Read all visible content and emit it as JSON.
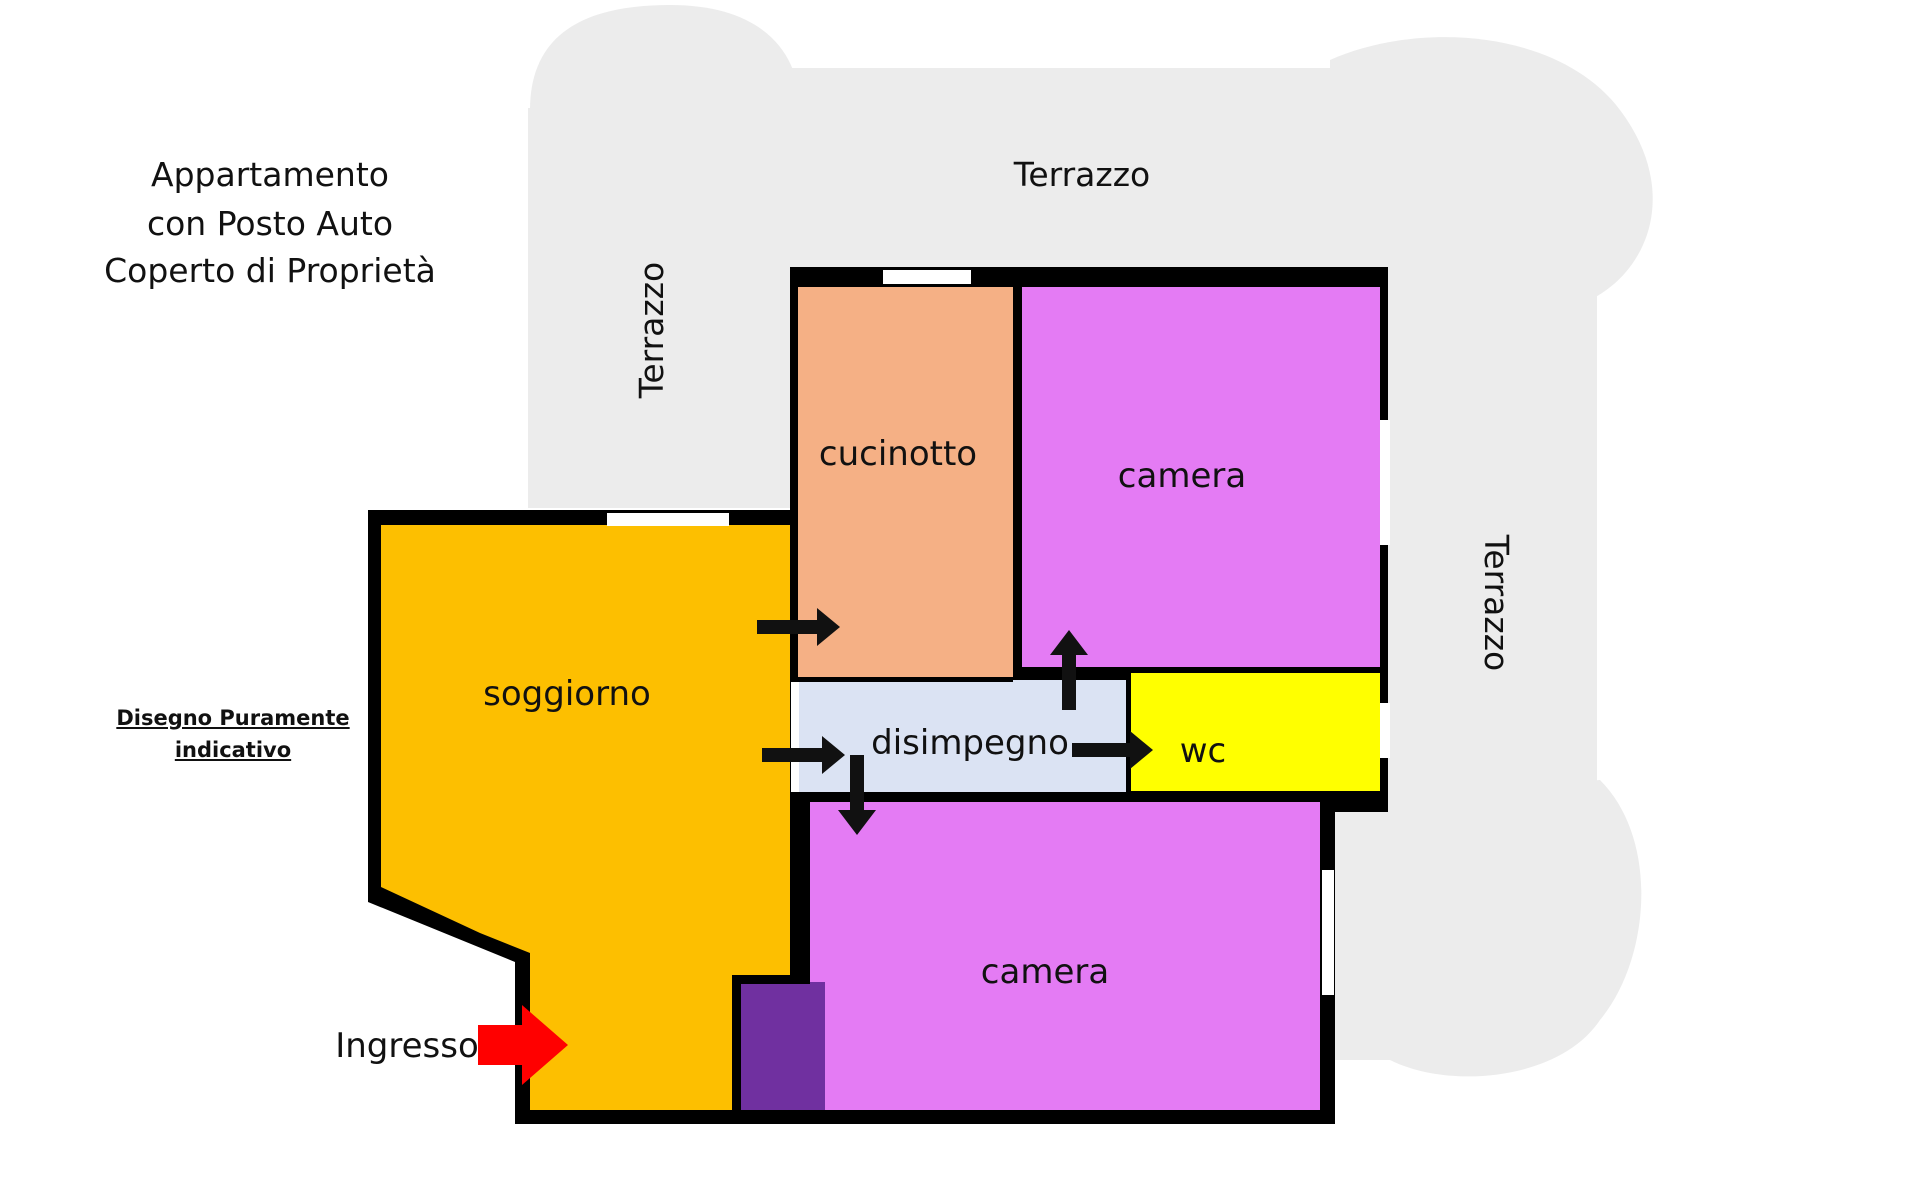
{
  "title": {
    "line1": "Appartamento",
    "line2": "con Posto Auto",
    "line3": "Coperto di Proprietà"
  },
  "note": {
    "line1": "Disegno Puramente",
    "line2": "indicativo"
  },
  "labels": {
    "terrace_top": "Terrazzo",
    "terrace_left": "Terrazzo",
    "terrace_right": "Terrazzo",
    "kitchenette": "cucinotto",
    "bedroom_top": "camera",
    "living": "soggiorno",
    "hallway": "disimpegno",
    "wc": "wc",
    "bedroom_bottom": "camera",
    "entrance": "Ingresso"
  },
  "colors": {
    "terrace": "#ececec",
    "wall": "#000000",
    "living": "#fdbf00",
    "kitchenette": "#f5b085",
    "bedroom": "#e47bf4",
    "hallway": "#dbe3f3",
    "wc": "#ffff00",
    "closet": "#7030a0",
    "entrance_arrow": "#ff0000",
    "door_arrow": "#111111"
  }
}
